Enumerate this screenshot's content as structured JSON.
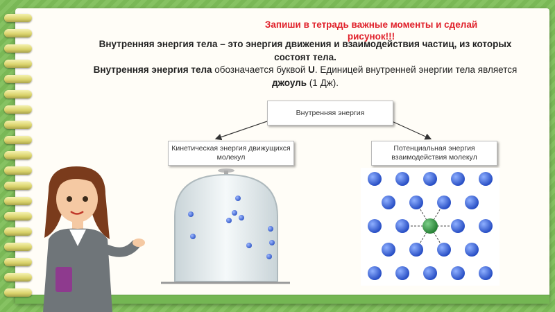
{
  "hint": "Запиши в тетрадь важные моменты и сделай рисунок!!!",
  "definition": {
    "line1": "Внутренняя энергия тела – это энергия движения и взаимодействия частиц, из которых состоят тела.",
    "line2_bold": "Внутренняя энергия тела",
    "line2_a": " обозначается буквой ",
    "line2_letter": "U",
    "line2_b": ". Единицей внутренней энергии тела является ",
    "line2_unit": "джоуль",
    "line2_c": " (1 Дж)."
  },
  "diagram": {
    "top": "Внутренняя энергия",
    "left": "Кинетическая энергия движущихся молекул",
    "right": "Потенциальная энергия взаимодействия молекул"
  },
  "colors": {
    "background": "#7fbf5a",
    "hint": "#e0202a",
    "molecule_blue": "#3a66d6",
    "molecule_green": "#2f8a3a"
  }
}
